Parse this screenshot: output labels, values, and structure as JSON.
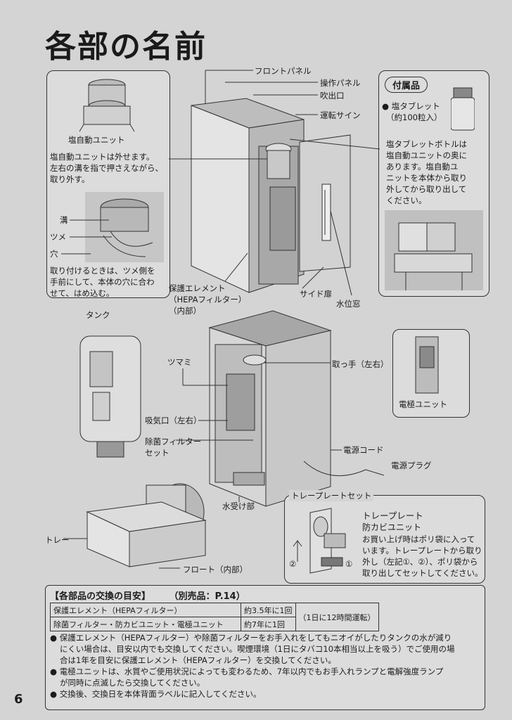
{
  "page_title": "各部の名前",
  "page_number": "6",
  "salt_box": {
    "unit_label": "塩自動ユニット",
    "note_lines": [
      "塩自動ユニットは外せます。",
      "左右の溝を指で押さえながら、",
      "取り外す。"
    ],
    "groove": "溝",
    "tab": "ツメ",
    "hole": "穴",
    "attach_lines": [
      "取り付けるときは、ツメ側を",
      "手前にして、本体の穴に合わ",
      "せて、はめ込む。"
    ]
  },
  "accessories": {
    "heading": "付属品",
    "item_lines": [
      "● 塩タブレット",
      "（約100粒入）"
    ],
    "desc_lines": [
      "塩タブレットボトルは",
      "塩自動ユニットの奥に",
      "あります。塩自動ユ",
      "ニットを本体から取り",
      "外してから取り出して",
      "ください。"
    ]
  },
  "top_labels": {
    "front_panel": "フロントパネル",
    "control_panel": "操作パネル",
    "outlet": "吹出口",
    "run_sign": "運転サイン",
    "filter_lines": [
      "保護エレメント",
      "（HEPAフィルター）",
      "（内部）"
    ],
    "side_door": "サイド扉",
    "water_window": "水位窓"
  },
  "bottom_labels": {
    "tank": "タンク",
    "knob": "ツマミ",
    "handle": "取っ手（左右）",
    "electrode_unit": "電極ユニット",
    "intake": "吸気口（左右）",
    "bact_filter_lines": [
      "除菌フィルター",
      "セット"
    ],
    "power_cord": "電源コード",
    "power_plug": "電源プラグ",
    "drip_tray": "水受け部",
    "tray": "トレー",
    "float": "フロート（内部）"
  },
  "tray_set": {
    "heading": "トレープレートセット",
    "plate": "トレープレート",
    "mold_unit": "防カビユニット",
    "desc_lines": [
      "お買い上げ時はポリ袋に入って",
      "います。トレープレートから取り",
      "外し（左記①、②）、ポリ袋から",
      "取り出してセットしてください。"
    ],
    "step1": "①",
    "step2": "②"
  },
  "replacement": {
    "heading": "【各部品の交換の目安】",
    "sub": "（別売品：P.14）",
    "rows": [
      {
        "part": "保護エレメント（HEPAフィルター）",
        "period": "約3.5年に1回"
      },
      {
        "part": "除菌フィルター・防カビユニット・電極ユニット",
        "period": "約7年に1回"
      }
    ],
    "condition": "（1日に12時間運転）",
    "notes": [
      [
        "● 保護エレメント（HEPAフィルター）や除菌フィルターをお手入れをしてもニオイがしたりタンクの水が減り",
        "にくい場合は、目安以内でも交換してください。喫煙環境（1日にタバコ10本相当以上を吸う）でご使用の場",
        "合は1年を目安に保護エレメント（HEPAフィルター）を交換してください。"
      ],
      [
        "● 電極ユニットは、水質やご使用状況によっても変わるため、7年以内でもお手入れランプと電解強度ランプ",
        "が同時に点滅したら交換してください。"
      ],
      [
        "● 交換後、交換日を本体背面ラベルに記入してください。"
      ]
    ]
  },
  "colors": {
    "paper": "#d4d4d4",
    "ink": "#1c1c1c",
    "panel": "#dcdcdc"
  }
}
